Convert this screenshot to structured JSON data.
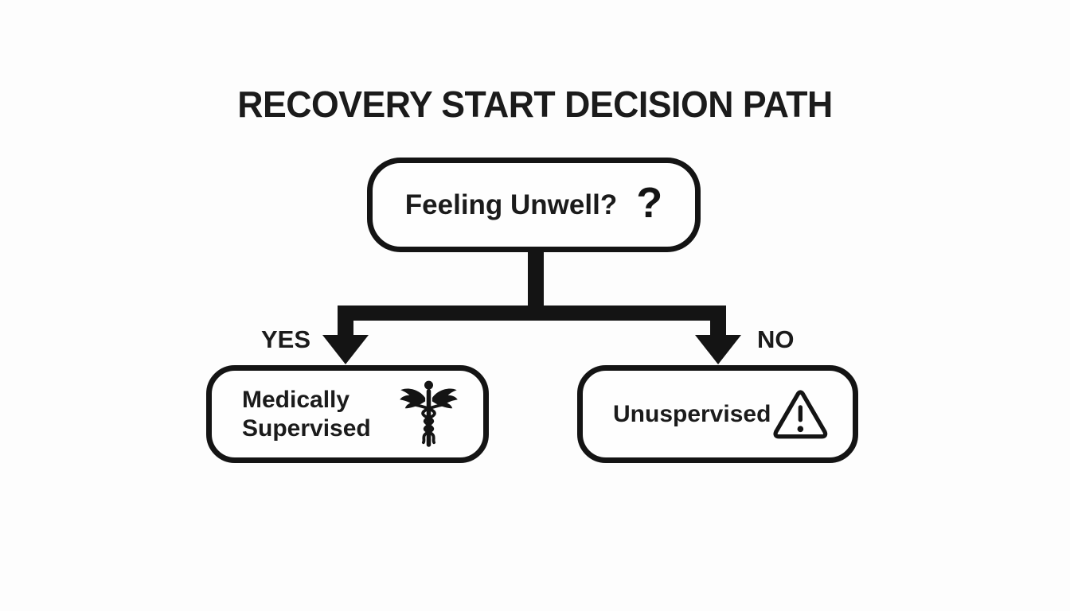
{
  "title": "RECOVERY START DECISION PATH",
  "colors": {
    "ink": "#141414",
    "background": "#fdfdfd"
  },
  "diagram": {
    "root_node": {
      "label": "Feeling Unwell?",
      "icon": "question-mark-icon",
      "icon_glyph": "?"
    },
    "branches": {
      "yes_label": "YES",
      "no_label": "NO"
    },
    "left_node": {
      "label_line1": "Medically",
      "label_line2": "Supervised",
      "icon": "caduceus-icon"
    },
    "right_node": {
      "label": "Unuspervised",
      "icon": "warning-triangle-icon"
    }
  }
}
